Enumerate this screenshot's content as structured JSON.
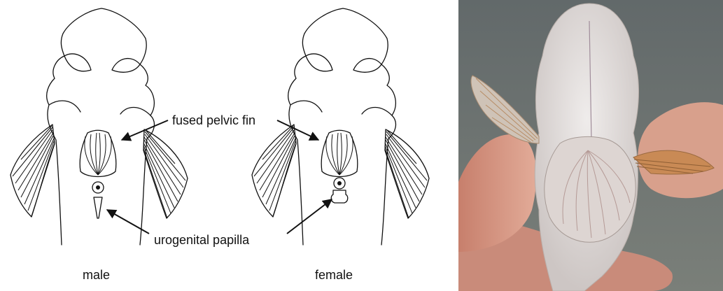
{
  "labels": {
    "pelvic_fin": "fused pelvic fin",
    "papilla": "urogenital papilla",
    "male": "male",
    "female": "female"
  },
  "colors": {
    "line": "#111111",
    "background": "#ffffff",
    "photo_bg": "#6f7570",
    "fish_belly": "#e6e2e0",
    "finger": "#d59a86",
    "fin_orange": "#c98a55"
  }
}
